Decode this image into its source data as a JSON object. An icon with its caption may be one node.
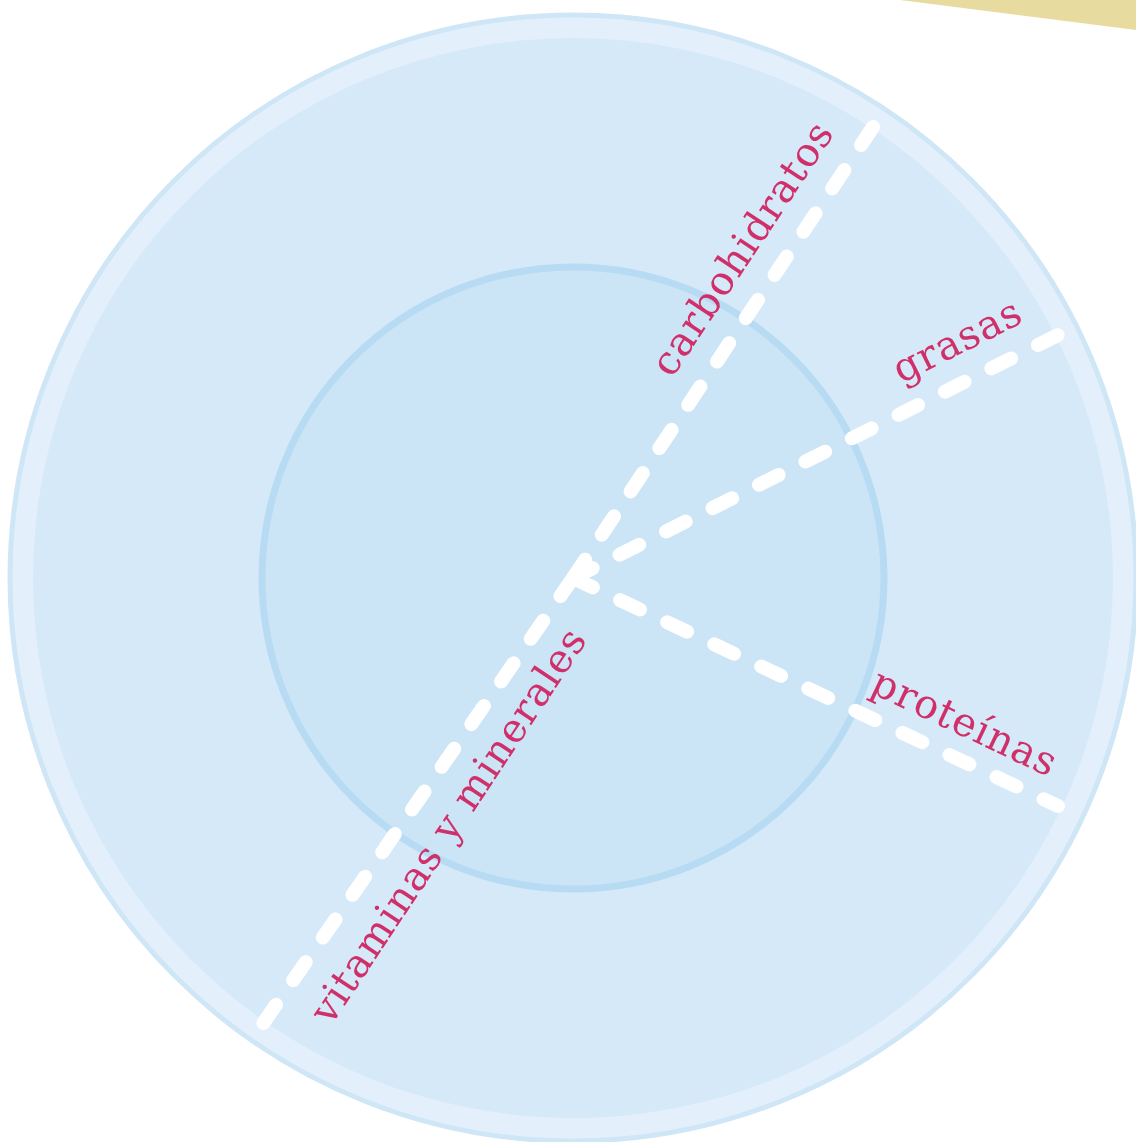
{
  "diagram": {
    "labels": [
      "carbohidratos",
      "grasas",
      "proteínas",
      "vitaminas y minerales"
    ]
  }
}
